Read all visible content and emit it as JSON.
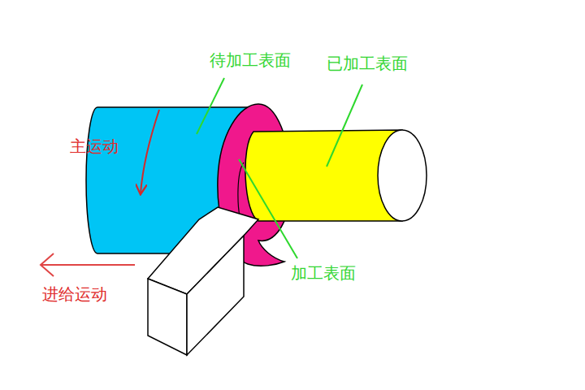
{
  "diagram": {
    "labels": [
      "待加工表面",
      "已加工表面",
      "主运动",
      "加工表面",
      "进给运动"
    ]
  }
}
